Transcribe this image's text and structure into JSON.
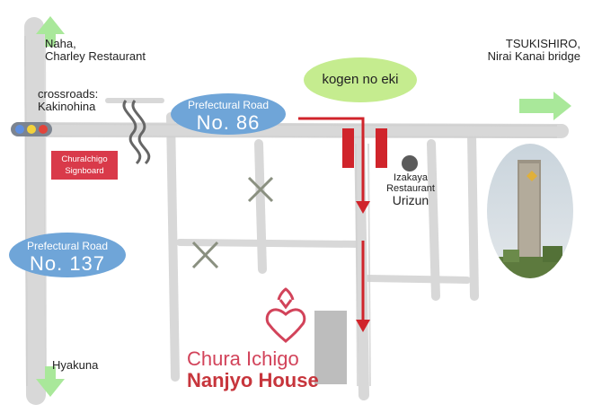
{
  "labels": {
    "naha_line1": "Naha,",
    "naha_line2": "Charley Restaurant",
    "tsukishiro_line1": "TSUKISHIRO,",
    "tsukishiro_line2": "Nirai Kanai bridge",
    "crossroads_line1": "crossroads:",
    "crossroads_line2": "Kakinohina",
    "hyakuna": "Hyakuna",
    "izakaya_line1": "Izakaya",
    "izakaya_line2": "Restaurant",
    "izakaya_line3": "Urizun"
  },
  "kogen_no_eki": "kogen no eki",
  "signboard": {
    "line1": "ChuraIchigo",
    "line2": "Signboard"
  },
  "road86": {
    "line1": "Prefectural Road",
    "line2": "No. 86"
  },
  "road137": {
    "line1": "Prefectural Road",
    "line2": "No. 137"
  },
  "destination": {
    "line1": "Chura Ichigo",
    "line2": "Nanjyo House"
  },
  "colors": {
    "road": "#d6d6d6",
    "arrow_green": "#a9e89a",
    "route_red": "#d0242b",
    "badge_blue": "#6fa5d8",
    "kogen_green": "#c5ec8f",
    "signboard_red": "#d93a4a",
    "destination_pink": "#d2435a",
    "destination_red": "#c7353c"
  },
  "icons": [
    "traffic-light-icon",
    "winding-road-icon",
    "no-entry-x-icon",
    "strawberry-logo-icon",
    "izakaya-dot-icon",
    "tower-photo"
  ]
}
